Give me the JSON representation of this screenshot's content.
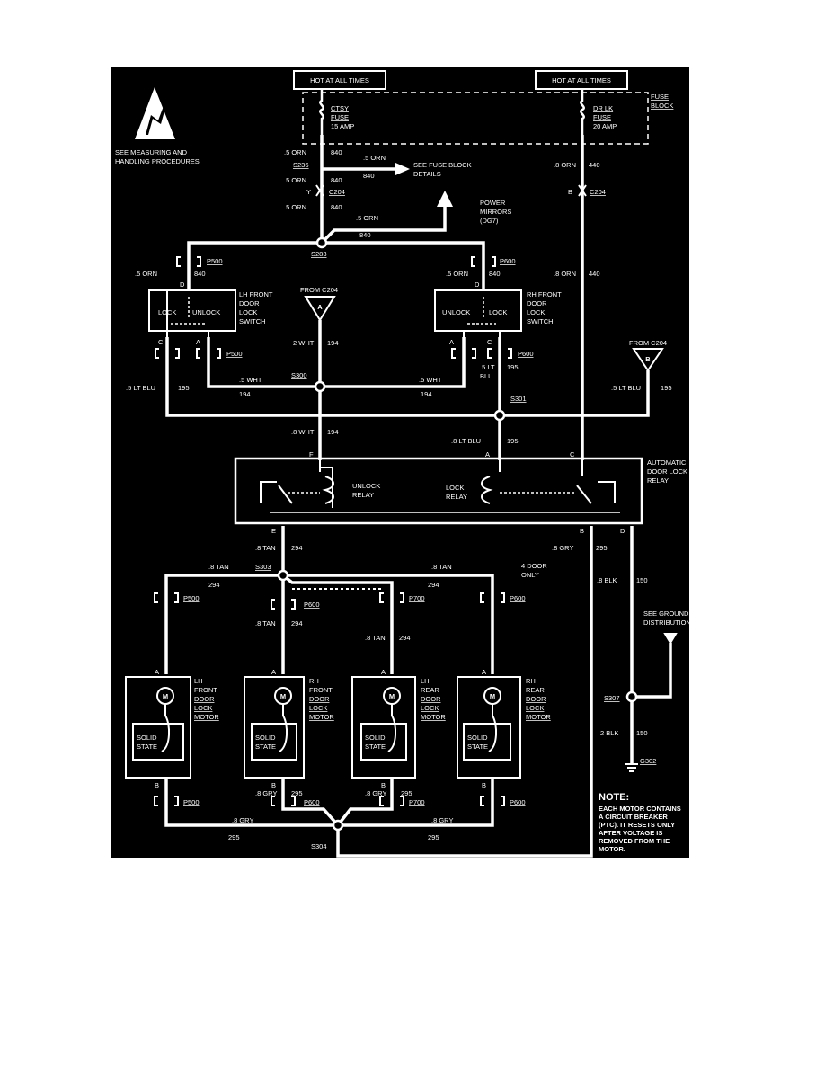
{
  "hot_at_all_times": "HOT AT ALL TIMES",
  "fuse_block": [
    "FUSE",
    "BLOCK"
  ],
  "esd": [
    "SEE MEASURING AND",
    "HANDLING PROCEDURES"
  ],
  "fuse_ctsy": [
    "CTSY",
    "FUSE",
    "15 AMP"
  ],
  "fuse_drlk": [
    "DR LK",
    "FUSE",
    "20 AMP"
  ],
  "wire": {
    "orn5": ".5 ORN",
    "orn8": ".8 ORN",
    "c840": "840",
    "c440": "440",
    "wht5": ".5 WHT",
    "wht8": ".8 WHT",
    "wht2": "2 WHT",
    "c194": "194",
    "ltblu5": ".5 LT BLU",
    "ltblu8": ".8 LT BLU",
    "lt5": ".5 LT",
    "blu": "BLU",
    "c195": "195",
    "tan8": ".8 TAN",
    "c294": "294",
    "gry8": ".8 GRY",
    "c295": "295",
    "blk8": ".8 BLK",
    "blk2": "2 BLK",
    "c150": "150"
  },
  "splice": {
    "s236": "S236",
    "s283": "S283",
    "s300": "S300",
    "s301": "S301",
    "s303": "S303",
    "s304": "S304",
    "s307": "S307",
    "g302": "G302"
  },
  "connector": {
    "c204": "C204",
    "p500": "P500",
    "p600": "P600",
    "p700": "P700"
  },
  "pin": {
    "a": "A",
    "b": "B",
    "c": "C",
    "d": "D",
    "e": "E",
    "f": "F",
    "y": "Y"
  },
  "see_fuse_block": [
    "SEE FUSE BLOCK",
    "DETAILS"
  ],
  "power_mirrors": [
    "POWER",
    "MIRRORS",
    "(DG7)"
  ],
  "from_c204": "FROM C204",
  "lh_switch": {
    "lock": "LOCK",
    "unlock": "UNLOCK",
    "name": [
      "LH FRONT",
      "DOOR",
      "LOCK",
      "SWITCH"
    ]
  },
  "rh_switch": {
    "lock": "LOCK",
    "unlock": "UNLOCK",
    "name": [
      "RH FRONT",
      "DOOR",
      "LOCK",
      "SWITCH"
    ]
  },
  "relay": {
    "unlock": [
      "UNLOCK",
      "RELAY"
    ],
    "lock": [
      "LOCK",
      "RELAY"
    ],
    "name": [
      "AUTOMATIC",
      "DOOR LOCK",
      "RELAY"
    ]
  },
  "four_door": [
    "4 DOOR",
    "ONLY"
  ],
  "see_ground": [
    "SEE GROUND",
    "DISTRIBUTION"
  ],
  "motor_m": "M",
  "solid_state": [
    "SOLID",
    "STATE"
  ],
  "motors": [
    {
      "name": [
        "LH",
        "FRONT",
        "DOOR",
        "LOCK",
        "MOTOR"
      ]
    },
    {
      "name": [
        "RH",
        "FRONT",
        "DOOR",
        "LOCK",
        "MOTOR"
      ]
    },
    {
      "name": [
        "LH",
        "REAR",
        "DOOR",
        "LOCK",
        "MOTOR"
      ]
    },
    {
      "name": [
        "RH",
        "REAR",
        "DOOR",
        "LOCK",
        "MOTOR"
      ]
    }
  ],
  "note": {
    "heading": "NOTE:",
    "lines": [
      "EACH MOTOR CONTAINS",
      "A CIRCUIT BREAKER",
      "(PTC). IT RESETS ONLY",
      "AFTER VOLTAGE IS",
      "REMOVED FROM THE",
      "MOTOR."
    ]
  }
}
